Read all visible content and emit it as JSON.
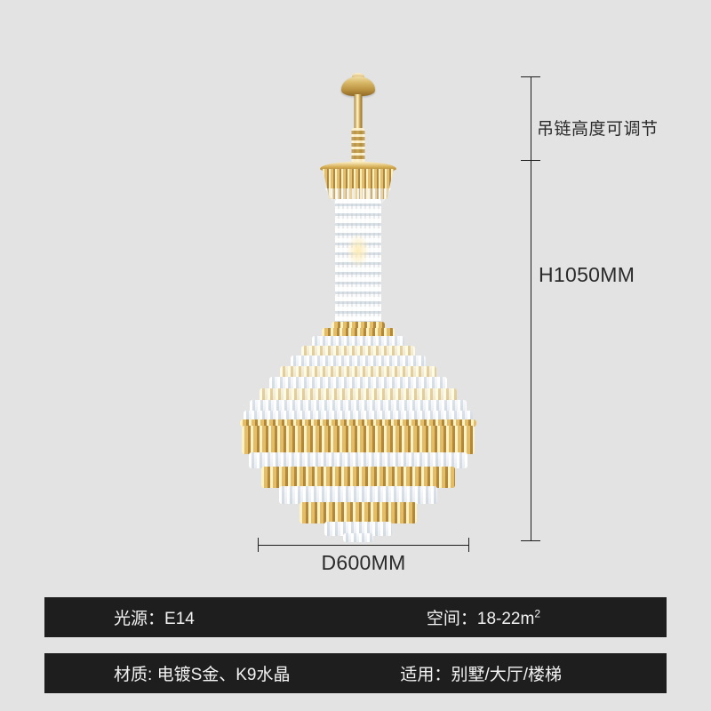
{
  "product": {
    "type": "crystal-chandelier",
    "icon": "chandelier-icon",
    "description": "Multi-tier gold and K9 crystal chandelier"
  },
  "background_color": "#e3e3e3",
  "dimensions": {
    "chain": {
      "label": "吊链高度可调节",
      "name": "adjustable-chain-height"
    },
    "height": {
      "label": "H1050MM",
      "value": 1050,
      "unit": "MM"
    },
    "diameter": {
      "label": "D600MM",
      "value": 600,
      "unit": "MM"
    }
  },
  "specs": {
    "bar_color": "#1e1e1e",
    "text_color": "#f2f2f2",
    "rows": [
      {
        "left_label": "光源：",
        "left_value": "E14",
        "right_label": "空间：",
        "right_value": "18-22m",
        "right_superscript": "2"
      },
      {
        "left_label": "材质: ",
        "left_value": "电镀S金、K9水晶",
        "right_label": "适用：",
        "right_value": "别墅/大厅/楼梯",
        "right_superscript": ""
      }
    ]
  }
}
